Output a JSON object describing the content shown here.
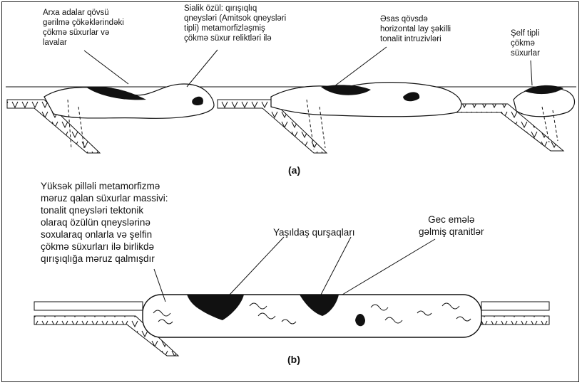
{
  "panel_a": {
    "caption": "(a)",
    "labels": {
      "arc_basins": "Arxa adalar qövsü\ngərilmə çökəklərindəki\nçökmə süxurlar və\nlavalar",
      "sialic_basement": "Sialik özül: qırışıqlıq\nqneysləri (Amitsok qneysləri\ntipli) metamorfizləşmiş\nçökmə süxur reliktləri ilə",
      "tonalite_intrusions": "Əsas qövsdə\nhorizontal lay şəkilli\ntonalit intruzivləri",
      "shelf_sediments": "Şelf tipli\nçökmə\nsüxurlar"
    }
  },
  "panel_b": {
    "caption": "(b)",
    "labels": {
      "high_grade_massif": "Yüksək pilləli metamorfizmə\nməruz qalan süxurlar massivi:\ntonalit qneysləri tektonik\nolaraq özülün qneyslərinə\nsoxularaq onlarla və şelfin\nçökmə süxurları ilə birlikdə\nqırışıqlığa məruz qalmışdır",
      "greenstone_belts": "Yaşıldaş qurşaqları",
      "late_granites": "Gec emələ\ngəlmiş qranitlər"
    }
  },
  "colors": {
    "ink": "#111111",
    "fill_dark": "#111111",
    "background": "#ffffff"
  }
}
